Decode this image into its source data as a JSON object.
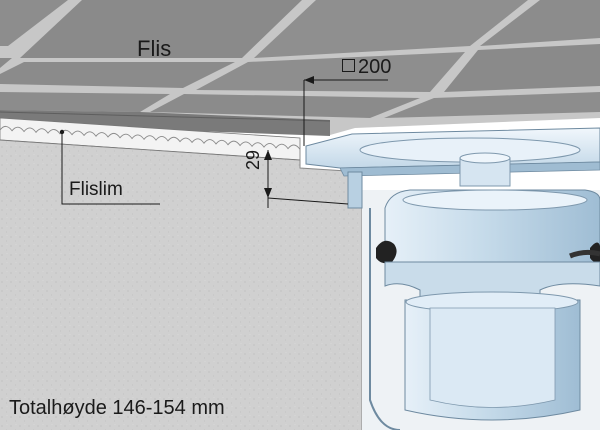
{
  "diagram": {
    "tile_label": "Flis",
    "adhesive_label": "Flislim",
    "grate_size_label": "200",
    "build_up_dimension": "29",
    "total_height_label": "Totalhøyde 146-154 mm"
  },
  "colors": {
    "tile": "#8c8c8c",
    "grout": "#c4c4c4",
    "concrete": "#d2d2d2",
    "drain_blue": "#c8dceb",
    "drain_outline": "#6e8aa0"
  }
}
